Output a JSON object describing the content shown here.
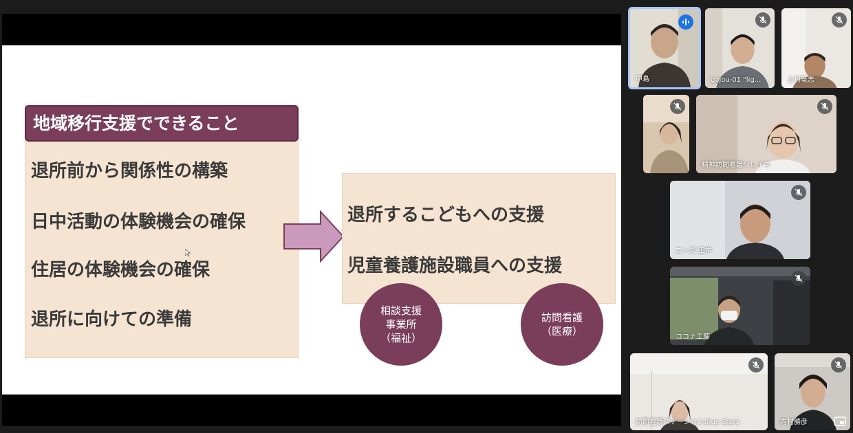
{
  "slide": {
    "left_header": "地域移行支援でできること",
    "left_items": [
      "退所前から関係性の構築",
      "日中活動の体験機会の確保",
      "住居の体験機会の確保",
      "退所に向けての準備"
    ],
    "right_items": [
      "退所するこどもへの支援",
      "児童養護施設職員への支援"
    ],
    "circles": [
      "相談支援\n事業所\n（福祉）",
      "訪問看護\n（医療）"
    ],
    "accent_color": "#7a3e5b",
    "panel_color": "#f6e4d2"
  },
  "participants": [
    {
      "name": "中島",
      "state": "speaking"
    },
    {
      "name": "gojou-01 \"lig...",
      "state": "muted"
    },
    {
      "name": "上村竜志",
      "state": "muted"
    },
    {
      "name": "",
      "state": "muted"
    },
    {
      "name": "精神訪問看護ソレイネ",
      "state": "muted"
    },
    {
      "name": "ニーズ 田中",
      "state": "muted"
    },
    {
      "name": "ココナ工藤",
      "state": "muted"
    },
    {
      "name": "訪問看護ステーションBlue Stars",
      "state": "muted"
    },
    {
      "name": "内村勝彦",
      "state": "muted"
    }
  ],
  "icons": {
    "speaking": "audio-level-icon",
    "muted": "mic-off-icon",
    "pip": "picture-in-picture-icon"
  }
}
